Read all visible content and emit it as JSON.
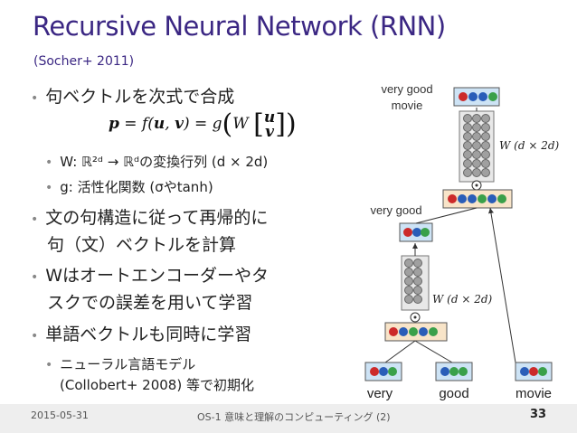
{
  "title": "Recursive Neural Network (RNN)",
  "subtitle": "(Socher+ 2011)",
  "bullets": {
    "b1": "句ベクトルを次式で合成",
    "eq": "p = f(u, v) = g(W [u v])",
    "b1_sub1": "W: ℝ²ᵈ → ℝᵈの変換行列 (d × 2d)",
    "b1_sub2": "g: 活性化関数 (σやtanh)",
    "b2_line1": "文の句構造に従って再帰的に",
    "b2_line2": "句（文）ベクトルを計算",
    "b3_line1": "Wはオートエンコーダーやタ",
    "b3_line2": "スクでの誤差を用いて学習",
    "b4": "単語ベクトルも同時に学習",
    "b4_sub1_line1": "ニューラル言語モデル",
    "b4_sub1_line2": "(Collobert+ 2008) 等で初期化"
  },
  "diagram": {
    "words": [
      "very",
      "good",
      "movie"
    ],
    "phrase1": "very good",
    "phrase2_line1": "very good",
    "phrase2_line2": "movie",
    "w_label": "W (d × 2d)",
    "node_colors": {
      "red": "#cc2a2a",
      "blue": "#2a5db8",
      "green": "#3aa04a",
      "gray": "#a0a0a0"
    }
  },
  "footer": {
    "date": "2015-05-31",
    "course": "OS-1 意味と理解のコンピューティング (2)",
    "page": "33"
  }
}
